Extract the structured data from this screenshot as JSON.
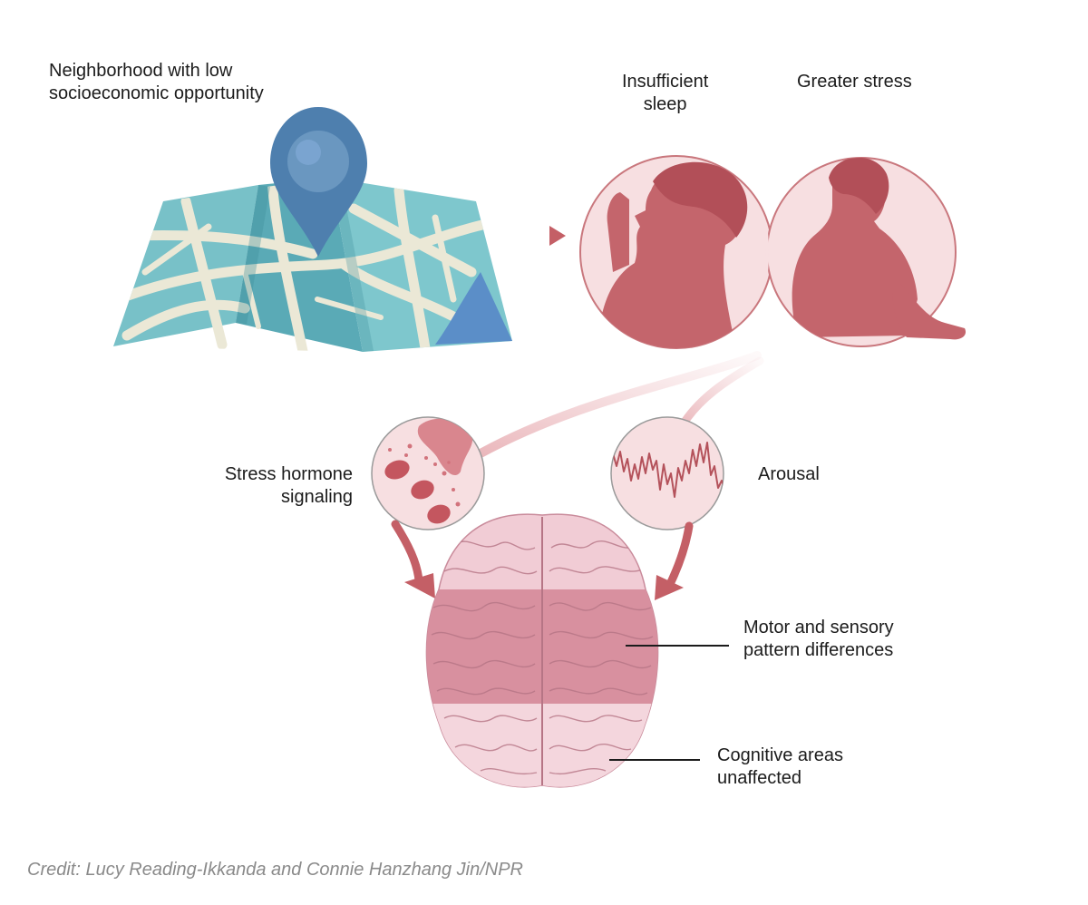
{
  "labels": {
    "neighborhood": [
      "Neighborhood with low",
      "socioeconomic opportunity"
    ],
    "sleep": [
      "Insufficient",
      "sleep"
    ],
    "stress": [
      "Greater stress"
    ],
    "hormone": [
      "Stress hormone",
      "signaling"
    ],
    "arousal": [
      "Arousal"
    ],
    "motor": [
      "Motor and sensory",
      "pattern differences"
    ],
    "cognitive": [
      "Cognitive areas",
      "unaffected"
    ]
  },
  "credit": "Credit: Lucy Reading-Ikkanda and Connie Hanzhang Jin/NPR",
  "icons": {
    "map": "map-icon",
    "pin": "location-pin-icon",
    "sleep_child": "yawning-child-icon",
    "stress_child": "sitting-child-icon",
    "hormone": "hormone-cells-icon",
    "arousal": "waveform-icon",
    "brain": "brain-icon"
  },
  "colors": {
    "map_teal": "#5fb3bd",
    "map_light": "#86cbd1",
    "map_road": "#ece9d8",
    "water": "#5f8ec9",
    "pin": "#4f7fae",
    "rose": "#c45f66",
    "circle_bg": "#f7dfe1",
    "brain_light": "#f1c9d2",
    "brain_mid": "#d98fa5",
    "credit": "#8a8a8a"
  }
}
